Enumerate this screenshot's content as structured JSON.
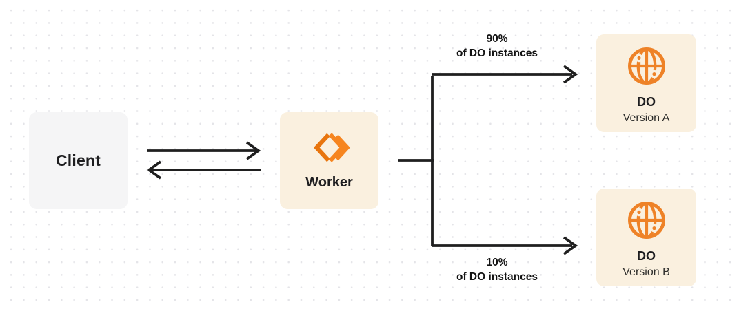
{
  "diagram": {
    "nodes": {
      "client": {
        "label": "Client"
      },
      "worker": {
        "label": "Worker",
        "icon": "workers-icon"
      },
      "do_a": {
        "title": "DO",
        "subtitle": "Version A",
        "icon": "globe-icon"
      },
      "do_b": {
        "title": "DO",
        "subtitle": "Version B",
        "icon": "globe-icon"
      }
    },
    "edges": {
      "client_worker": {
        "type": "bidirectional-arrows"
      },
      "top_branch": {
        "percent": "90%",
        "caption": "of DO instances"
      },
      "bottom_branch": {
        "percent": "10%",
        "caption": "of DO instances"
      }
    },
    "colors": {
      "accent_orange": "#F6821F",
      "accent_orange_dark": "#E8750E",
      "node_cream": "#FAF0DF",
      "node_gray": "#F5F5F6",
      "line_dark": "#1F1F1F",
      "dot_grid": "#E4E4E8",
      "text_dark": "#1E1E20"
    }
  }
}
